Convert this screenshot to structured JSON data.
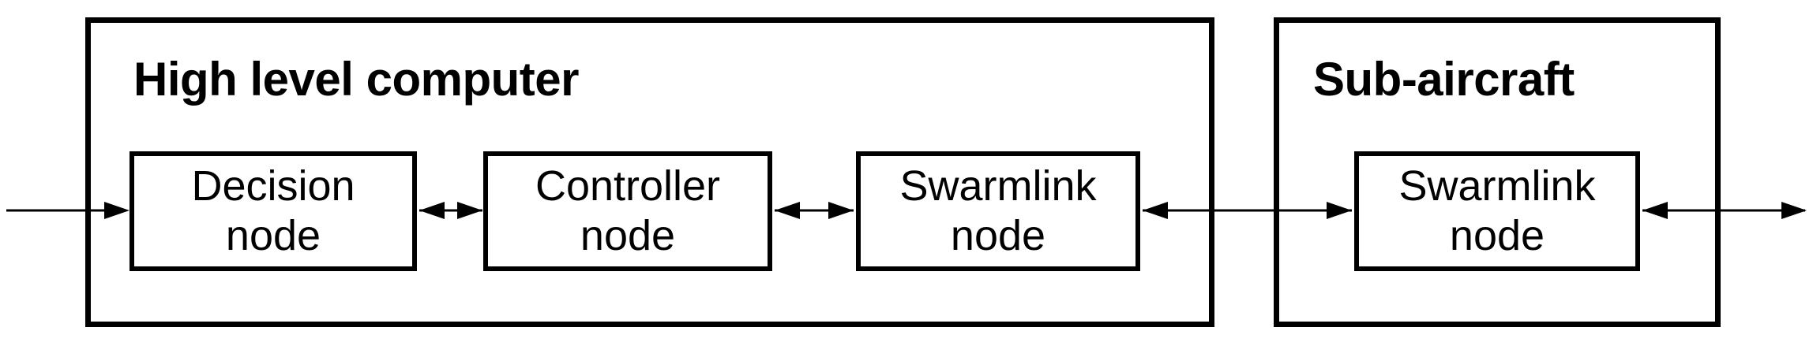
{
  "colors": {
    "background": "#ffffff",
    "line": "#000000",
    "text": "#000000"
  },
  "containers": [
    {
      "title": "High level computer",
      "nodes": [
        {
          "label": "Decision\nnode"
        },
        {
          "label": "Controller\nnode"
        },
        {
          "label": "Swarmlink\nnode"
        }
      ]
    },
    {
      "title": "Sub-aircraft",
      "nodes": [
        {
          "label": "Swarmlink\nnode"
        }
      ]
    }
  ],
  "connections": [
    {
      "from": "external input (left)",
      "to": "Decision node",
      "style": "single-arrow",
      "direction": "right"
    },
    {
      "from": "Decision node",
      "to": "Controller node",
      "style": "double-arrow",
      "direction": "bidirectional"
    },
    {
      "from": "Controller node",
      "to": "Swarmlink node (High level computer)",
      "style": "double-arrow",
      "direction": "bidirectional"
    },
    {
      "from": "Swarmlink node (High level computer)",
      "to": "Swarmlink node (Sub-aircraft)",
      "style": "double-arrow",
      "direction": "bidirectional"
    },
    {
      "from": "Swarmlink node (Sub-aircraft)",
      "to": "external output (right)",
      "style": "double-arrow",
      "direction": "bidirectional"
    }
  ]
}
